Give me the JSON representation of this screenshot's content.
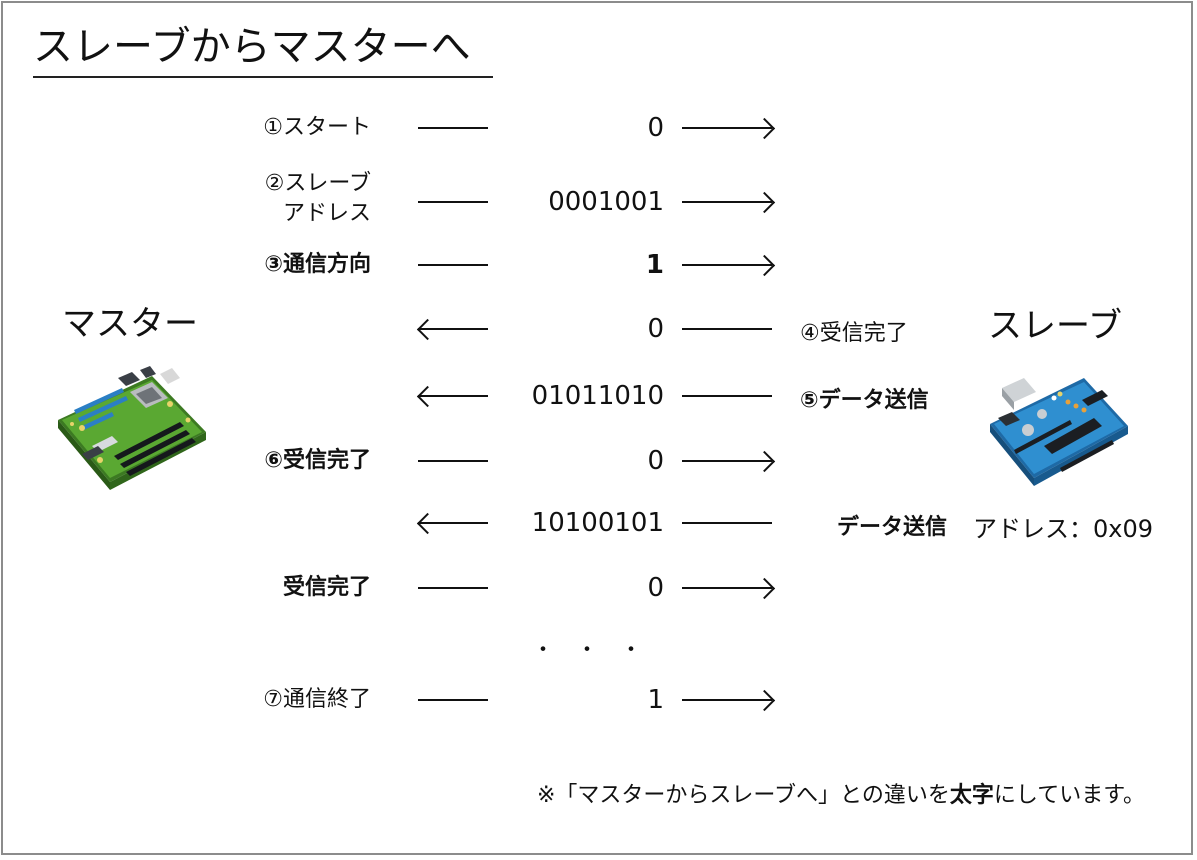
{
  "title": "スレーブからマスターへ",
  "master_label": "マスター",
  "slave_label": "スレーブ",
  "slave_address": "アドレス：0x09",
  "ellipsis": "・・・",
  "rows": [
    {
      "left": [
        "①スタート"
      ],
      "left_bold": false,
      "value": "0",
      "value_bold": false,
      "dir": "to-slave",
      "right": "",
      "right_bold": false
    },
    {
      "left": [
        "②スレーブ",
        "アドレス"
      ],
      "left_bold": false,
      "value": "0001001",
      "value_bold": false,
      "dir": "to-slave",
      "right": "",
      "right_bold": false
    },
    {
      "left": [
        "③通信方向"
      ],
      "left_bold": true,
      "value": "1",
      "value_bold": true,
      "dir": "to-slave",
      "right": "",
      "right_bold": false
    },
    {
      "left": [],
      "left_bold": false,
      "value": "0",
      "value_bold": false,
      "dir": "to-master",
      "right": "④受信完了",
      "right_bold": false
    },
    {
      "left": [],
      "left_bold": false,
      "value": "01011010",
      "value_bold": false,
      "dir": "to-master",
      "right": "⑤データ送信",
      "right_bold": true
    },
    {
      "left": [
        "⑥受信完了"
      ],
      "left_bold": true,
      "value": "0",
      "value_bold": false,
      "dir": "to-slave",
      "right": "",
      "right_bold": false
    },
    {
      "left": [],
      "left_bold": false,
      "value": "10100101",
      "value_bold": false,
      "dir": "to-master",
      "right": "データ送信",
      "right_bold": true
    },
    {
      "left": [
        "受信完了"
      ],
      "left_bold": true,
      "value": "0",
      "value_bold": false,
      "dir": "to-slave",
      "right": "",
      "right_bold": false
    },
    {
      "left": [
        "⑦通信終了"
      ],
      "left_bold": false,
      "value": "1",
      "value_bold": false,
      "dir": "to-slave",
      "right": "",
      "right_bold": false
    }
  ],
  "note": {
    "before": "※「マスターからスレーブへ」との違いを",
    "bold": "太字",
    "after": "にしています。"
  },
  "colors": {
    "frame": "#8c8c8c",
    "board_green": "#5aa832",
    "arduino_blue": "#2f8fd0"
  }
}
